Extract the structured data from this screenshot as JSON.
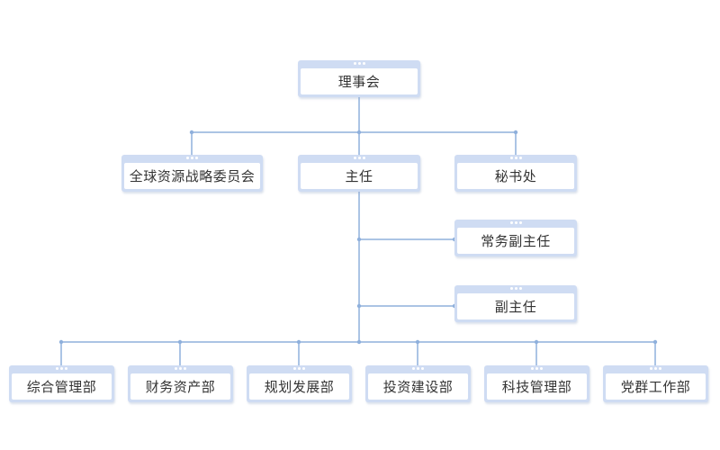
{
  "org_chart": {
    "root": {
      "label": "理事会"
    },
    "level2": [
      {
        "label": "全球资源战略委员会"
      },
      {
        "label": "主任"
      },
      {
        "label": "秘书处"
      }
    ],
    "deputies": [
      {
        "label": "常务副主任"
      },
      {
        "label": "副主任"
      }
    ],
    "departments": [
      {
        "label": "综合管理部"
      },
      {
        "label": "财务资产部"
      },
      {
        "label": "规划发展部"
      },
      {
        "label": "投资建设部"
      },
      {
        "label": "科技管理部"
      },
      {
        "label": "党群工作部"
      }
    ]
  },
  "colors": {
    "connector": "#8fb0dc",
    "node_frame": "#cfdcf3",
    "node_fill": "#ffffff",
    "text": "#333333"
  }
}
